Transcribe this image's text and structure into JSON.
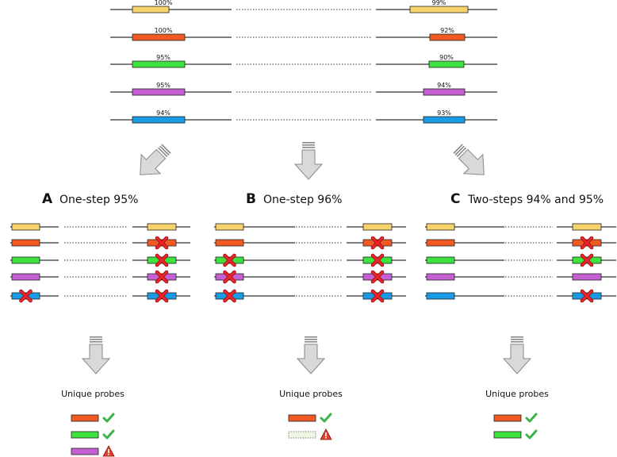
{
  "colors": {
    "yellow": "#f7d46b",
    "orange": "#f15a22",
    "green": "#3ee23e",
    "purple": "#c35fd1",
    "blue": "#1a9be6",
    "line": "#333333",
    "cross": "#e8262a",
    "check": "#3cb34a",
    "warning": "#d9442e",
    "arrow_fill": "#d9d9d9",
    "arrow_stroke": "#888888"
  },
  "top": {
    "rows": [
      {
        "color": "yellow",
        "left_pct": "100%",
        "right_pct": "99%"
      },
      {
        "color": "orange",
        "left_pct": "100%",
        "right_pct": "92%"
      },
      {
        "color": "green",
        "left_pct": "95%",
        "right_pct": "90%"
      },
      {
        "color": "purple",
        "left_pct": "95%",
        "right_pct": "94%"
      },
      {
        "color": "blue",
        "left_pct": "94%",
        "right_pct": "93%"
      }
    ]
  },
  "panels": [
    {
      "letter": "A",
      "title": "One-step 95%",
      "crosses": [
        [
          false,
          false
        ],
        [
          false,
          true
        ],
        [
          false,
          true
        ],
        [
          false,
          true
        ],
        [
          true,
          true
        ]
      ],
      "unique_label": "Unique probes",
      "results": [
        {
          "color": "orange",
          "status": "check"
        },
        {
          "color": "green",
          "status": "check"
        },
        {
          "color": "purple",
          "status": "warning"
        }
      ]
    },
    {
      "letter": "B",
      "title": "One-step 96%",
      "crosses": [
        [
          false,
          false
        ],
        [
          false,
          true
        ],
        [
          true,
          true
        ],
        [
          true,
          true
        ],
        [
          true,
          true
        ]
      ],
      "unique_label": "Unique probes",
      "results": [
        {
          "color": "orange",
          "status": "check"
        },
        {
          "color": "empty",
          "status": "warning"
        }
      ]
    },
    {
      "letter": "C",
      "title": "Two-steps 94% and 95%",
      "crosses": [
        [
          false,
          false
        ],
        [
          false,
          true
        ],
        [
          false,
          true
        ],
        [
          false,
          false
        ],
        [
          false,
          true
        ]
      ],
      "unique_label": "Unique probes",
      "results": [
        {
          "color": "orange",
          "status": "check"
        },
        {
          "color": "green",
          "status": "check"
        }
      ]
    }
  ]
}
